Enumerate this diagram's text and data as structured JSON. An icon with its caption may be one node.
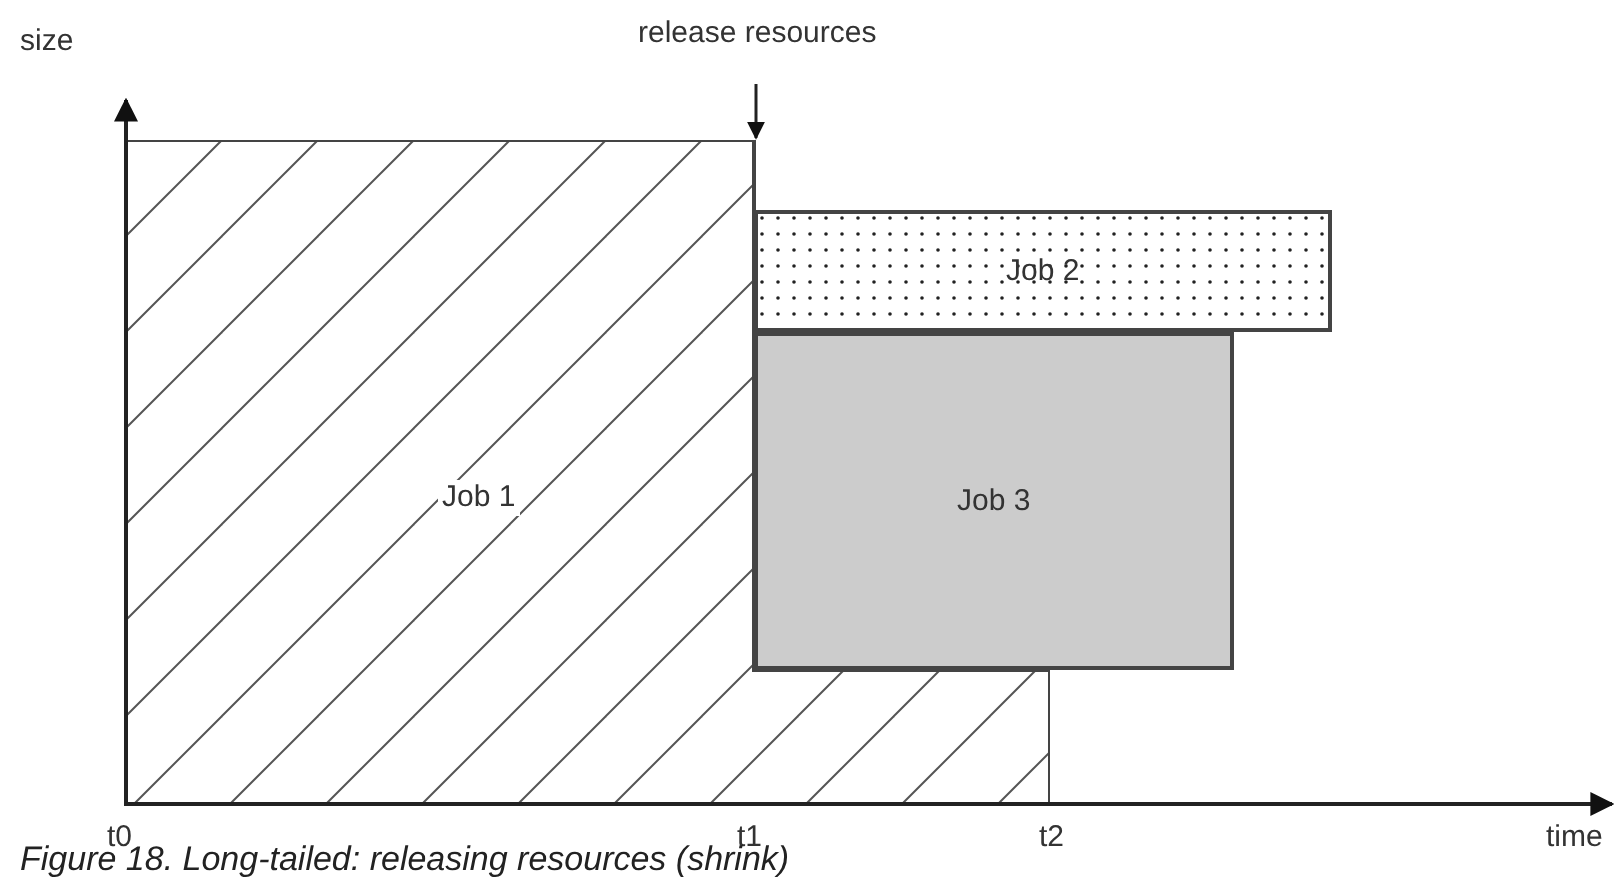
{
  "diagram": {
    "caption": "Figure 18. Long-tailed: releasing resources (shrink)",
    "nodes": [
      {
        "text": [
          "Job 1"
        ]
      },
      {
        "text": [
          "Job 2"
        ]
      },
      {
        "text": [
          "Job 3"
        ]
      }
    ],
    "labels": [
      "size",
      "release resources",
      "t0",
      "t1",
      "t2",
      "time"
    ]
  }
}
